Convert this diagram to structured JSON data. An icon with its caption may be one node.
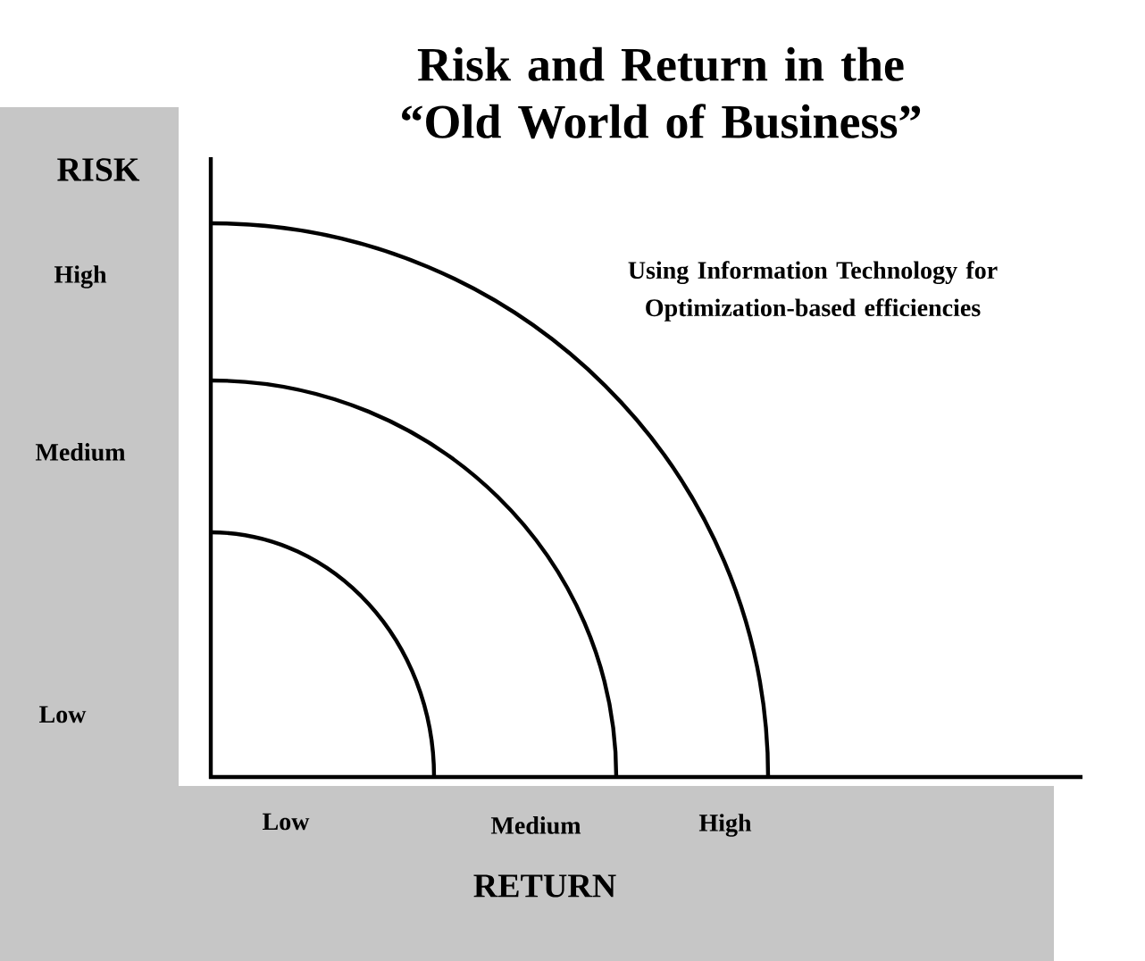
{
  "diagram": {
    "title": "Risk and Return in the “Old World of Business”",
    "labels": [
      "RISK",
      "High",
      "Using Information Technology for Optimization-based efficiencies",
      "Medium",
      "Low",
      "Low",
      "Medium",
      "High",
      "RETURN"
    ]
  }
}
